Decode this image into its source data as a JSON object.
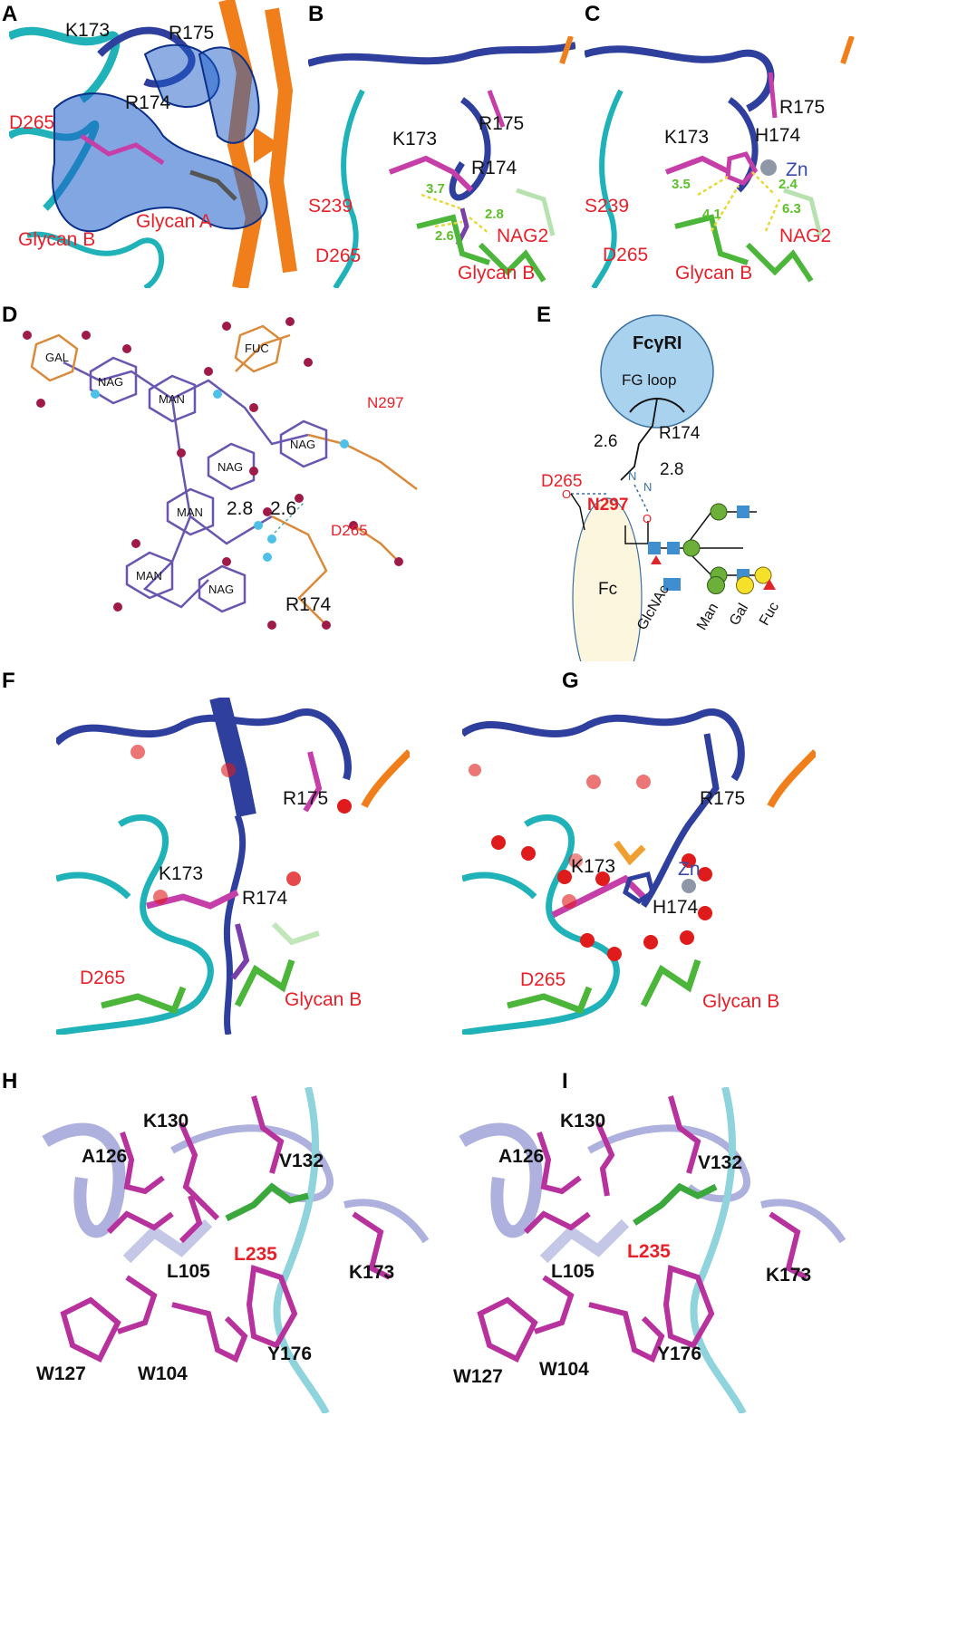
{
  "colors": {
    "fcgri_chain": "#2f3f9e",
    "fc_chain": "#1fb2b8",
    "fc_other_chain": "#f07e1a",
    "side_chain_pink": "#c63fa8",
    "glycan_green": "#4cb63a",
    "water_red": "#e01b1b",
    "zinc_grey": "#8f96a8",
    "density_mesh": "#1c5cc8",
    "hbond_yellow": "#e7d93a",
    "label_red": "#e8202a",
    "distance_green": "#5cc02a"
  },
  "panels": {
    "A": {
      "letter": "A",
      "labels": {
        "k173": "K173",
        "r175": "R175",
        "r174": "R174",
        "d265": "D265",
        "glycan_a": "Glycan A",
        "glycan_b": "Glycan B"
      }
    },
    "B": {
      "letter": "B",
      "labels": {
        "r175": "R175",
        "k173": "K173",
        "r174": "R174",
        "s239": "S239",
        "d265": "D265",
        "nag2": "NAG2",
        "glycan_b": "Glycan B"
      },
      "distances": {
        "d1": "3.7",
        "d2": "2.8",
        "d3": "2.6"
      }
    },
    "C": {
      "letter": "C",
      "labels": {
        "r175": "R175",
        "k173": "K173",
        "h174": "H174",
        "zn": "Zn",
        "s239": "S239",
        "d265": "D265",
        "nag2": "NAG2",
        "glycan_b": "Glycan B"
      },
      "distances": {
        "d1": "3.5",
        "d2": "2.4",
        "d3": "4.1",
        "d4": "6.3"
      }
    },
    "D": {
      "letter": "D",
      "rings": {
        "gal": "GAL",
        "nag1": "NAG",
        "man1": "MAN",
        "fuc": "FUC",
        "nag2": "NAG",
        "nag3": "NAG",
        "man2": "MAN",
        "man3": "MAN",
        "nag4": "NAG"
      },
      "labels": {
        "n297": "N297",
        "d265": "D265",
        "r174": "R174"
      },
      "distances": {
        "d1": "2.8",
        "d2": "2.6"
      }
    },
    "E": {
      "letter": "E",
      "receptor_name": "FcγRI",
      "loop_name": "FG loop",
      "labels": {
        "r174": "R174",
        "d265": "D265",
        "n297": "N297",
        "fc": "Fc"
      },
      "atom_n": "N",
      "atom_o": "O",
      "distances": {
        "d1": "2.6",
        "d2": "2.8"
      },
      "legend": {
        "glcnac": "GlcNAc",
        "man": "Man",
        "gal": "Gal",
        "fuc": "Fuc"
      }
    },
    "F": {
      "letter": "F",
      "labels": {
        "r175": "R175",
        "k173": "K173",
        "r174": "R174",
        "d265": "D265",
        "glycan_b": "Glycan B"
      }
    },
    "G": {
      "letter": "G",
      "labels": {
        "r175": "R175",
        "k173": "K173",
        "zn": "Zn",
        "h174": "H174",
        "d265": "D265",
        "glycan_b": "Glycan B"
      }
    },
    "H": {
      "letter": "H",
      "labels": {
        "k130": "K130",
        "a126": "A126",
        "v132": "V132",
        "l235": "L235",
        "l105": "L105",
        "k173": "K173",
        "w127": "W127",
        "w104": "W104",
        "y176": "Y176"
      }
    },
    "I": {
      "letter": "I",
      "labels": {
        "k130": "K130",
        "a126": "A126",
        "v132": "V132",
        "l235": "L235",
        "l105": "L105",
        "k173": "K173",
        "w127": "W127",
        "w104": "W104",
        "y176": "Y176"
      }
    }
  }
}
